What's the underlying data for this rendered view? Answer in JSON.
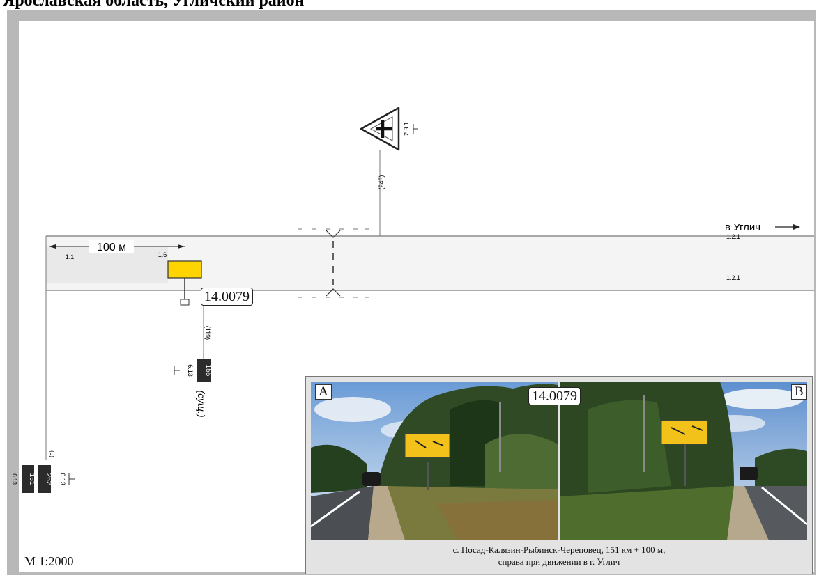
{
  "header": {
    "title": "Ярославская область, Угличский район"
  },
  "scheme": {
    "direction_label": "в Углич",
    "distance_label": "100 м",
    "marking_left_edge": "1.1",
    "marking_billboard": "1.6",
    "marking_lane_top": "1.2.1",
    "marking_lane_bottom": "1.2.1",
    "sign_code": "2.3.1",
    "sign_distance": "(243)",
    "billboard_id": "14.0079",
    "billboard_distance": "(119)",
    "km_post_main": "155",
    "km_post_main_code": "6.13",
    "km_post_main_note": "(сущ.)",
    "km_post_left_a": "151",
    "km_post_left_b": "262",
    "km_post_left_code_a": "6.13",
    "km_post_left_code_b": "6.13",
    "km_post_left_distance": "(0)",
    "scale_label": "М 1:2000"
  },
  "photos": {
    "letter_a": "A",
    "letter_b": "B",
    "billboard_id": "14.0079",
    "caption_line1": "с. Посад-Калязин-Рыбинск-Череповец, 151 км + 100 м,",
    "caption_line2": "справа при движении в г. Углич"
  },
  "colors": {
    "billboard_fill": "#ffd400",
    "road_fill": "#f4f4f4",
    "post_fill": "#2b2b2b",
    "sheet_border": "#b8b8b8"
  }
}
